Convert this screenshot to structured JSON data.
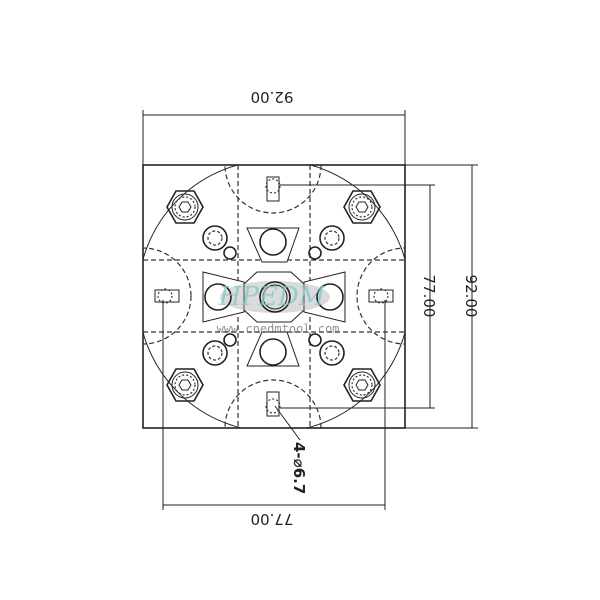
{
  "drawing": {
    "dimensions": {
      "top_width": "92.00",
      "right_inner_height": "77.00",
      "right_outer_height": "92.00",
      "bottom_width": "77.00",
      "hole_callout": "4-⌀6.7"
    },
    "watermark": {
      "logo": "HPEDM",
      "url": "www.cnedmtool.com"
    }
  }
}
